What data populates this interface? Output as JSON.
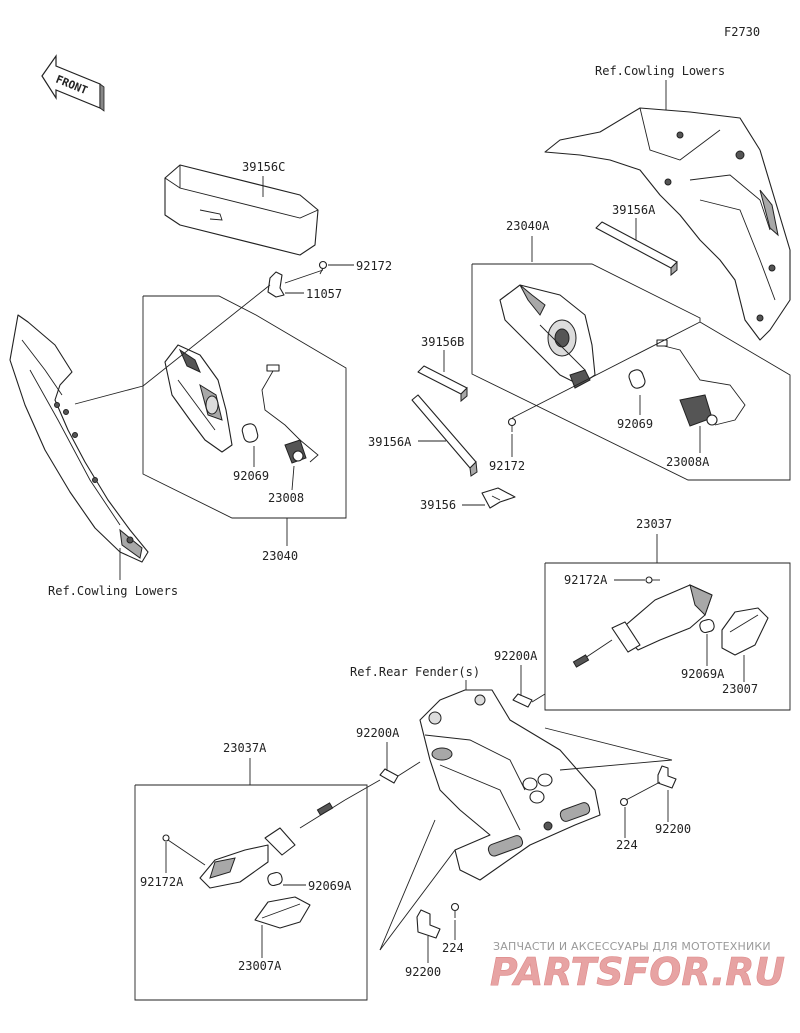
{
  "diagram": {
    "code": "F2730",
    "front_label": "FRONT",
    "references": {
      "cowling_lowers_right": "Ref.Cowling Lowers",
      "cowling_lowers_left": "Ref.Cowling Lowers",
      "rear_fender": "Ref.Rear Fender(s)"
    },
    "parts": {
      "p39156C": "39156C",
      "p92172_top": "92172",
      "p11057": "11057",
      "p92069_left": "92069",
      "p23008": "23008",
      "p23040": "23040",
      "p23040A": "23040A",
      "p39156A_top": "39156A",
      "p39156B": "39156B",
      "p39156A": "39156A",
      "p39156": "39156",
      "p92172_mid": "92172",
      "p92069_right": "92069",
      "p23008A": "23008A",
      "p23037": "23037",
      "p92172A_right": "92172A",
      "p92069A_right": "92069A",
      "p23007": "23007",
      "p92200A_right": "92200A",
      "p92200A_left": "92200A",
      "p23037A": "23037A",
      "p92172A_left": "92172A",
      "p92069A_left": "92069A",
      "p23007A": "23007A",
      "p224_right": "224",
      "p92200_right": "92200",
      "p224_bottom": "224",
      "p92200_bottom": "92200"
    }
  },
  "watermark": {
    "caption": "ЗАПЧАСТИ И АКСЕССУАРЫ ДЛЯ МОТОТЕХНИКИ",
    "brand": "PARTSFOR.RU"
  }
}
